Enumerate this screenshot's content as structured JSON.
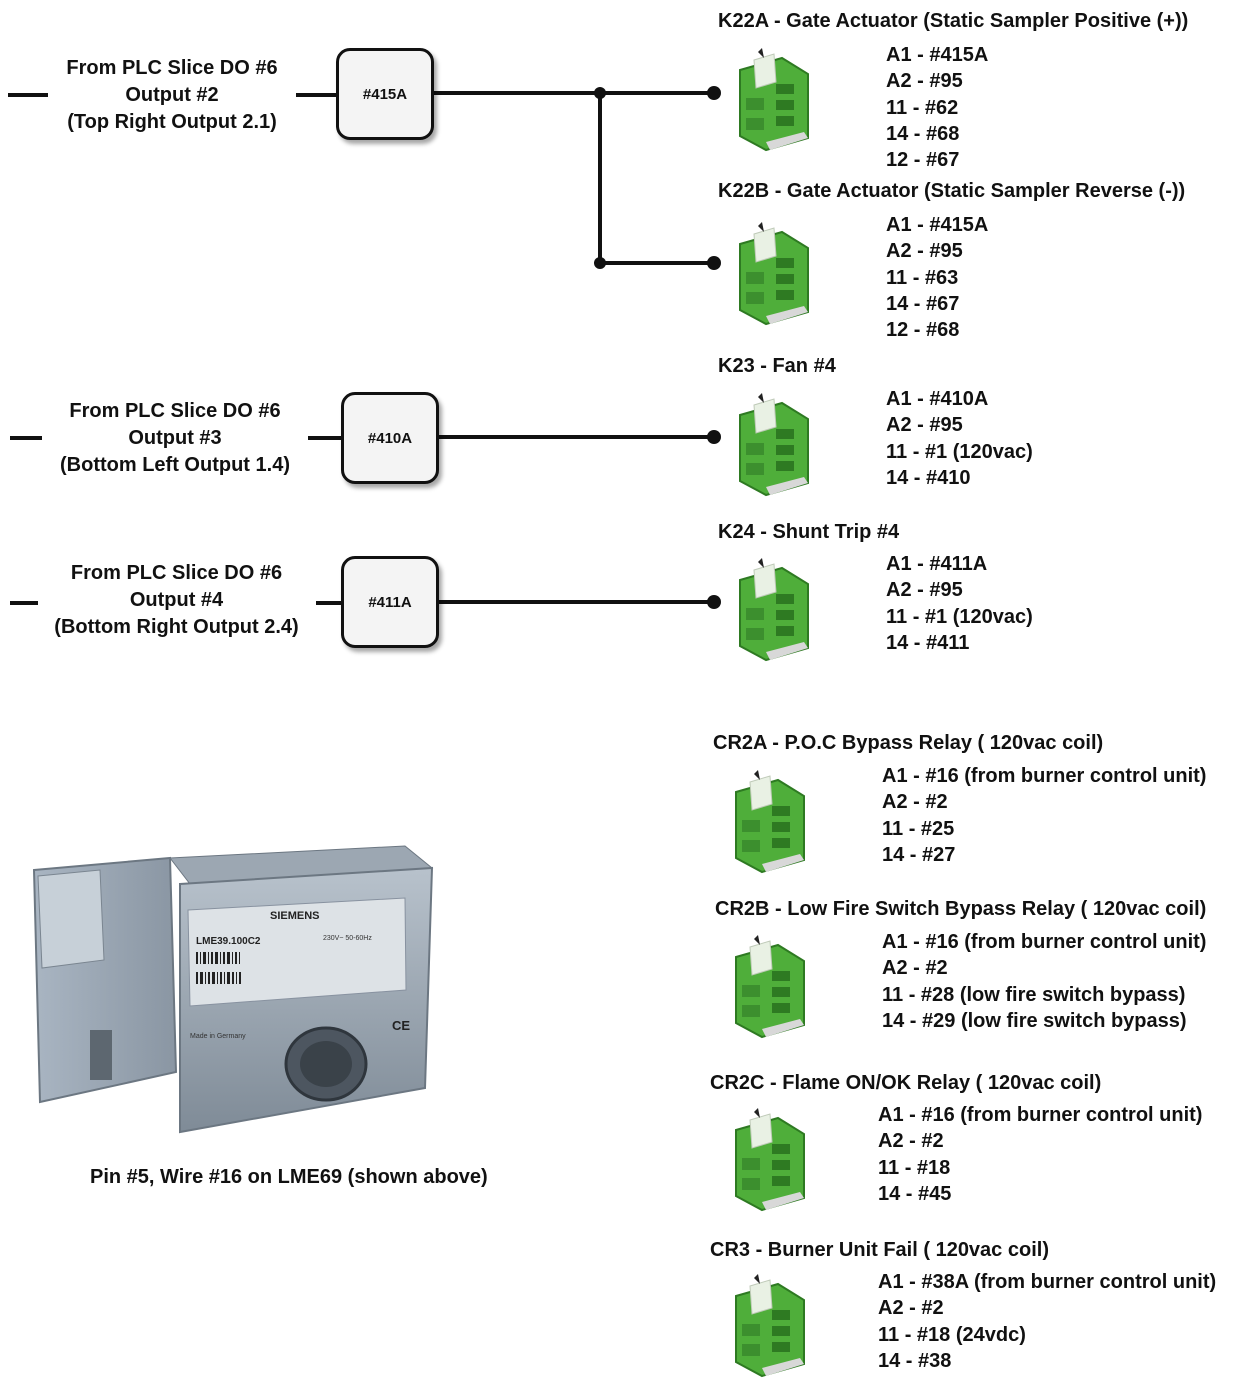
{
  "sources": [
    {
      "lines": [
        "From PLC Slice DO #6",
        "Output #2",
        "(Top Right Output 2.1)"
      ],
      "wire": "#415A"
    },
    {
      "lines": [
        "From PLC Slice DO #6",
        "Output #3",
        "(Bottom Left Output 1.4)"
      ],
      "wire": "#410A"
    },
    {
      "lines": [
        "From PLC Slice DO #6",
        "Output #4",
        "(Bottom Right Output 2.4)"
      ],
      "wire": "#411A"
    }
  ],
  "relays": [
    {
      "title": "K22A - Gate Actuator (Static Sampler Positive (+))",
      "pins": [
        "A1 - #415A",
        "A2 - #95",
        "11 - #62",
        "14 - #68",
        "12 - #67"
      ]
    },
    {
      "title": "K22B - Gate Actuator (Static Sampler Reverse (-))",
      "pins": [
        "A1 - #415A",
        "A2 - #95",
        "11 - #63",
        "14 - #67",
        "12 - #68"
      ]
    },
    {
      "title": "K23 - Fan #4",
      "pins": [
        "A1 - #410A",
        "A2 - #95",
        "11 - #1 (120vac)",
        "14 - #410"
      ]
    },
    {
      "title": "K24 - Shunt Trip #4",
      "pins": [
        "A1 - #411A",
        "A2 - #95",
        "11 - #1 (120vac)",
        "14 - #411"
      ]
    },
    {
      "title": "CR2A - P.O.C Bypass Relay ( 120vac coil)",
      "pins": [
        "A1 - #16 (from burner control unit)",
        "A2 - #2",
        "11 - #25",
        "14 - #27"
      ]
    },
    {
      "title": "CR2B - Low Fire Switch Bypass Relay ( 120vac coil)",
      "pins": [
        "A1 - #16 (from burner control unit)",
        "A2 - #2",
        "11 - #28 (low fire switch bypass)",
        "14 - #29 (low fire switch bypass)"
      ]
    },
    {
      "title": "CR2C - Flame ON/OK Relay ( 120vac coil)",
      "pins": [
        "A1 - #16 (from burner control unit)",
        "A2 - #2",
        "11 - #18",
        "14 - #45"
      ]
    },
    {
      "title": "CR3 - Burner Unit Fail ( 120vac coil)",
      "pins": [
        "A1 - #38A (from burner control unit)",
        "A2 - #2",
        "11 - #18 (24vdc)",
        "14 - #38"
      ]
    }
  ],
  "device": {
    "brand": "SIEMENS",
    "model": "LME39.100C2",
    "rating": "230V~ 50-60Hz",
    "mark": "CE",
    "origin": "Made in Germany",
    "caption": "Pin #5, Wire #16 on LME69 (shown above)"
  },
  "colors": {
    "relay_green": "#4fae3a",
    "relay_dark": "#2e7a22",
    "device_body": "#8e9aa6",
    "wire": "#111111"
  }
}
